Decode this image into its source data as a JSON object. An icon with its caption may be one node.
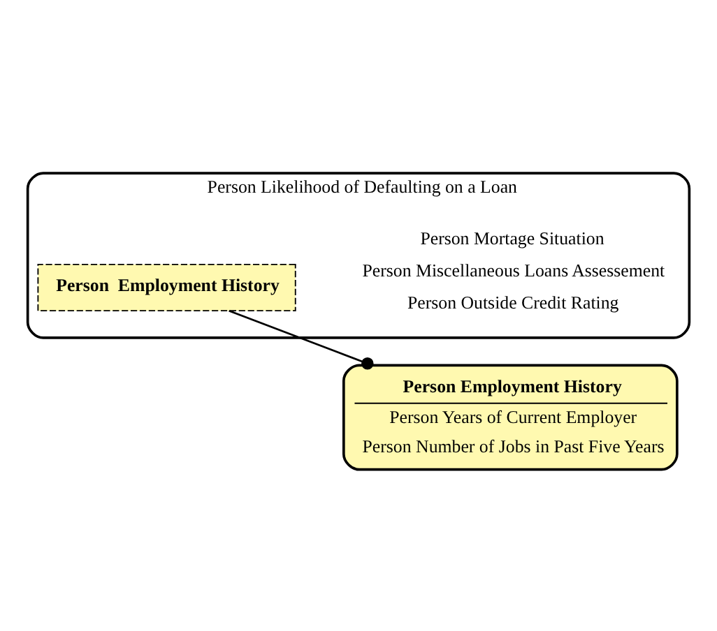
{
  "diagram": {
    "nodes": [
      {
        "text": [
          "Person Likelihood of Defaulting on a Loan",
          "Person Mortage Situation",
          "Person Miscellaneous Loans Assessement",
          "Person Outside Credit Rating"
        ]
      },
      {
        "text": [
          "Person  Employment History"
        ],
        "in": 0
      },
      {
        "text": [
          "Person Employment History",
          "Person Years of Current Employer",
          "Person Number of Jobs in Past Five Years"
        ]
      }
    ],
    "edges": [
      {
        "from": 1,
        "to": 2,
        "arrow": "other"
      }
    ]
  }
}
